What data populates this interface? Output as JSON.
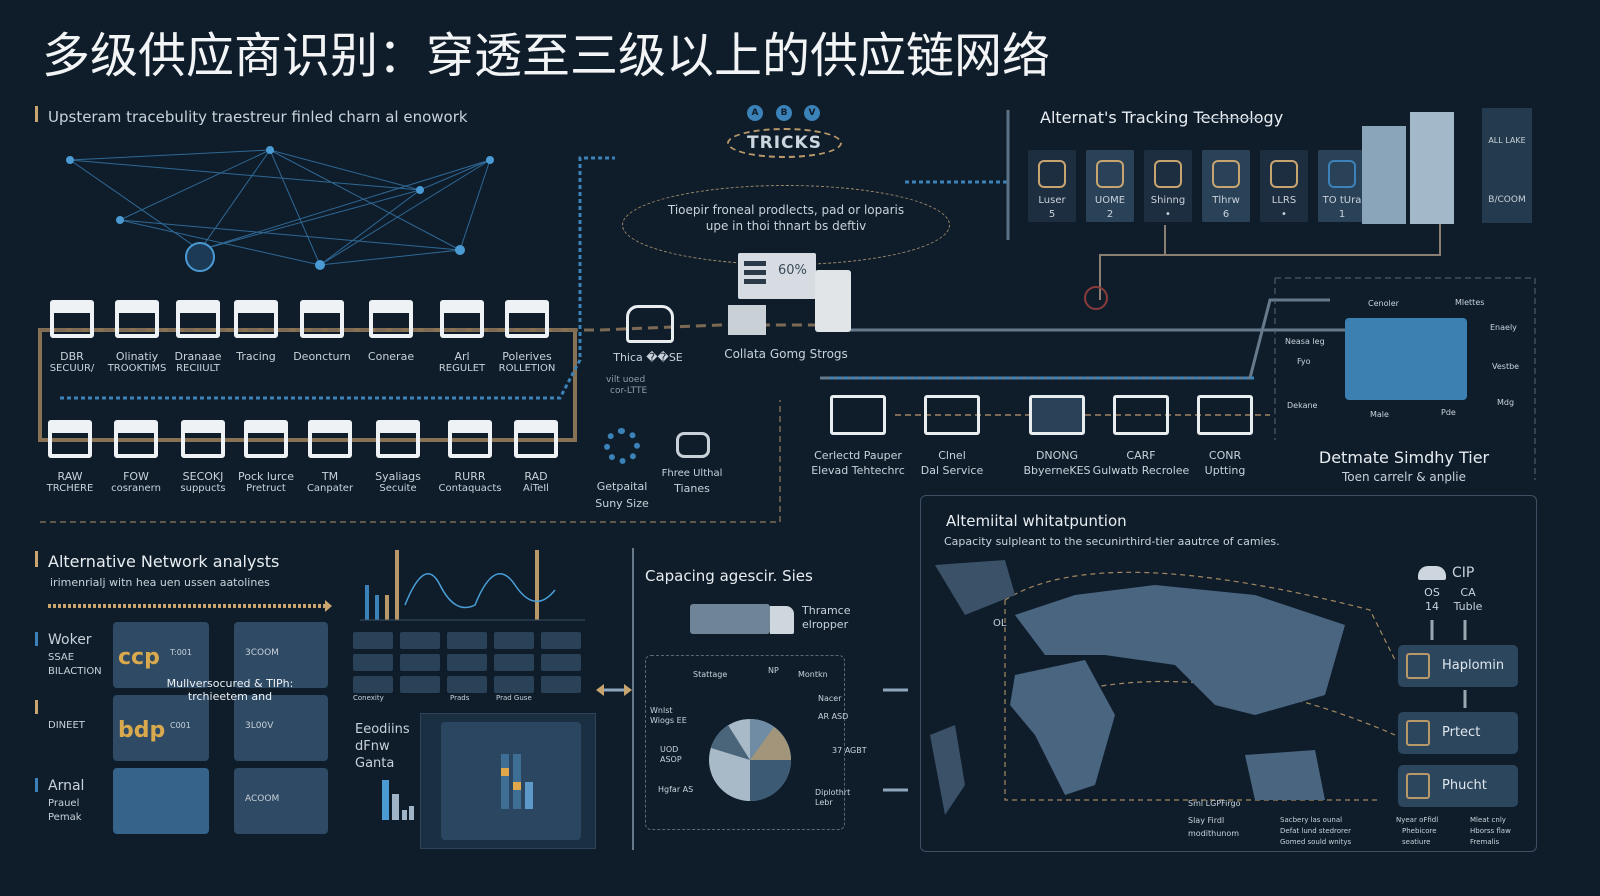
{
  "title": "多级供应商识别：穿透至三级以上的供应链网络",
  "upstream": {
    "heading": "Upsteram tracebulity traestreur finled charn al enowork",
    "row1": [
      {
        "l1": "DBR",
        "l2": "SECUUR/"
      },
      {
        "l1": "Olinatiy",
        "l2": "TROOKTIMS"
      },
      {
        "l1": "Dranaae",
        "l2": "RECIIULT"
      },
      {
        "l1": "Tracing",
        "l2": ""
      },
      {
        "l1": "Deoncturn",
        "l2": ""
      },
      {
        "l1": "Conerae",
        "l2": ""
      },
      {
        "l1": "Arl",
        "l2": "REGULET"
      },
      {
        "l1": "Polerives",
        "l2": "ROLLETION"
      }
    ],
    "row2": [
      {
        "l1": "RAW",
        "l2": "TRCHERE"
      },
      {
        "l1": "FOW",
        "l2": "cosranern"
      },
      {
        "l1": "SECOKJ",
        "l2": "suppucts"
      },
      {
        "l1": "Pock lurce",
        "l2": "Pretruct"
      },
      {
        "l1": "TM",
        "l2": "Canpater"
      },
      {
        "l1": "Syaliags",
        "l2": "Secuite"
      },
      {
        "l1": "RURR",
        "l2": "Contaquacts"
      },
      {
        "l1": "RAD",
        "l2": "AiTeIl"
      }
    ]
  },
  "tricks": {
    "badges": [
      "A",
      "B",
      "V"
    ],
    "label": "TRICKS",
    "desc1": "Tioepir froneal prodlects, pad or loparis",
    "desc2": "upe in thoi thnart bs deftiv",
    "screen_value": "60%",
    "vehicle1": "Thica ��SE",
    "vehicle2": "Collata Gomg Strogs",
    "note1": "vilt uoed",
    "note2": "cor-LTTE",
    "gear1": "Getpaital",
    "gear2": "Suny Size",
    "car1": "Fhree Ulthal",
    "car2": "Tianes"
  },
  "process": [
    {
      "l1": "Cerlectd Pauper",
      "l2": "Elevad Tehtechrc"
    },
    {
      "l1": "Clnel",
      "l2": "Dal Service"
    },
    {
      "l1": "DNONG",
      "l2": "BbyerneKES"
    },
    {
      "l1": "CARF",
      "l2": "Gulwatb Recrolee"
    },
    {
      "l1": "CONR",
      "l2": "Uptting"
    }
  ],
  "tracking": {
    "heading": "Alternat's Tracking Technology",
    "tiles": [
      {
        "label": "Luser",
        "value": "5"
      },
      {
        "label": "UOME",
        "value": "2"
      },
      {
        "label": "Shinng",
        "value": "•"
      },
      {
        "label": "Tlhrw",
        "value": "6"
      },
      {
        "label": "LLRS",
        "value": "•"
      },
      {
        "label": "TO tUra",
        "value": "1"
      }
    ],
    "side1": "ALL LAKE",
    "side2": "B/COOM"
  },
  "tier": {
    "title": "Detmate Simdhy Tier",
    "subtitle": "Toen carrelr & anplie",
    "labels": [
      "Cenoler",
      "Mlettes",
      "Enaely",
      "Neasa leg",
      "Fyo",
      "Vestbe",
      "Dekane",
      "Male",
      "Pde",
      "Mdg"
    ]
  },
  "network": {
    "heading": "Alternative Network analysts",
    "subtitle": "irimenrialj witn hea uen ussen aatolines",
    "rows": [
      {
        "l1": "Woker",
        "l2": "SSAE",
        "l3": "BILACTION"
      },
      {
        "l1": "",
        "l2": "DINEET",
        "l3": ""
      },
      {
        "l1": "Arnal",
        "l2": "Prauel",
        "l3": "Pemak"
      }
    ],
    "cards": [
      {
        "logo": "ccp",
        "code": "T:001",
        "value": "3COOM"
      },
      {
        "logo": "bdp",
        "code": "C001",
        "value": "3L00V"
      },
      {
        "logo": "",
        "code": "",
        "value": "ACOOM"
      }
    ],
    "overlay1": "Mullversocured & TIPh:",
    "overlay2": "trchieetem and",
    "chart_labels": [
      "Conexity",
      "Prads",
      "Prad Guse"
    ],
    "panel1": "Eeodiins",
    "panel2": "dFnw",
    "panel3": "Ganta"
  },
  "capacity": {
    "title": "Capacing agescir. Sies",
    "truck1": "Thramce",
    "truck2": "elropper",
    "pie_labels": [
      "Stattage",
      "NP",
      "Montkn",
      "Nacer",
      "AR ASD",
      "Wnlst Wiogs EE",
      "UOD ASOP",
      "37 AGBT",
      "Hgfar AS",
      "Diplothrt Lebr"
    ]
  },
  "map": {
    "title": "Altemiital whitatpuntion",
    "subtitle": "Capacity sulpleant to the secunirthird-tier aautrce of camies.",
    "cip": "CIP",
    "os": "OS",
    "os_val": "14",
    "ca": "CA",
    "ca_val": "Tuble",
    "flow": [
      "Haplomin",
      "Prtect",
      "Phucht"
    ],
    "legend": [
      "Sml LGPFirgo",
      "Slay Firdl",
      "modithunom"
    ],
    "notes": [
      "Sacbery las ounal",
      "Defat lund stedrorer",
      "Gomed sould wnitys",
      "Nyear oFfidl",
      "Phebicore",
      "seatiure",
      "Mleat cnly",
      "Hborss flaw",
      "Fremalis"
    ],
    "ol": "OL"
  },
  "colors": {
    "bg": "#0f1d2b",
    "accent_blue": "#3b82b8",
    "accent_gold": "#c8a46e",
    "panel": "#2e4a64"
  }
}
